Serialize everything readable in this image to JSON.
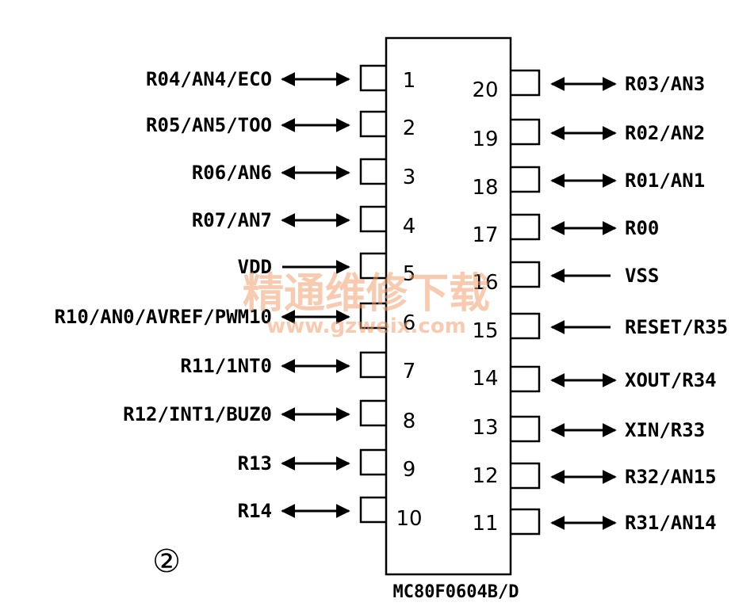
{
  "chip": {
    "name": "MC80F0604B/D"
  },
  "figure_number": "②",
  "pins_left": [
    {
      "num": "1",
      "label": "R04/AN4/ECO",
      "dir": "bi"
    },
    {
      "num": "2",
      "label": "R05/AN5/TOO",
      "dir": "bi"
    },
    {
      "num": "3",
      "label": "R06/AN6",
      "dir": "bi"
    },
    {
      "num": "4",
      "label": "R07/AN7",
      "dir": "bi"
    },
    {
      "num": "5",
      "label": "VDD",
      "dir": "in"
    },
    {
      "num": "6",
      "label": "R10/AN0/AVREF/PWM10",
      "dir": "bi"
    },
    {
      "num": "7",
      "label": "R11/1NT0",
      "dir": "bi"
    },
    {
      "num": "8",
      "label": "R12/INT1/BUZ0",
      "dir": "bi"
    },
    {
      "num": "9",
      "label": "R13",
      "dir": "bi"
    },
    {
      "num": "10",
      "label": "R14",
      "dir": "bi"
    }
  ],
  "pins_right": [
    {
      "num": "20",
      "label": "R03/AN3",
      "dir": "bi"
    },
    {
      "num": "19",
      "label": "R02/AN2",
      "dir": "bi"
    },
    {
      "num": "18",
      "label": "R01/AN1",
      "dir": "bi"
    },
    {
      "num": "17",
      "label": "R00",
      "dir": "bi"
    },
    {
      "num": "16",
      "label": "VSS",
      "dir": "in"
    },
    {
      "num": "15",
      "label": "RESET/R35",
      "dir": "in"
    },
    {
      "num": "14",
      "label": "XOUT/R34",
      "dir": "bi"
    },
    {
      "num": "13",
      "label": "XIN/R33",
      "dir": "bi"
    },
    {
      "num": "12",
      "label": "R32/AN15",
      "dir": "bi"
    },
    {
      "num": "11",
      "label": "R31/AN14",
      "dir": "bi"
    }
  ],
  "watermark": {
    "title": "精通维修下载",
    "url": "www.gzweix.com",
    "color": "#f2a070"
  }
}
